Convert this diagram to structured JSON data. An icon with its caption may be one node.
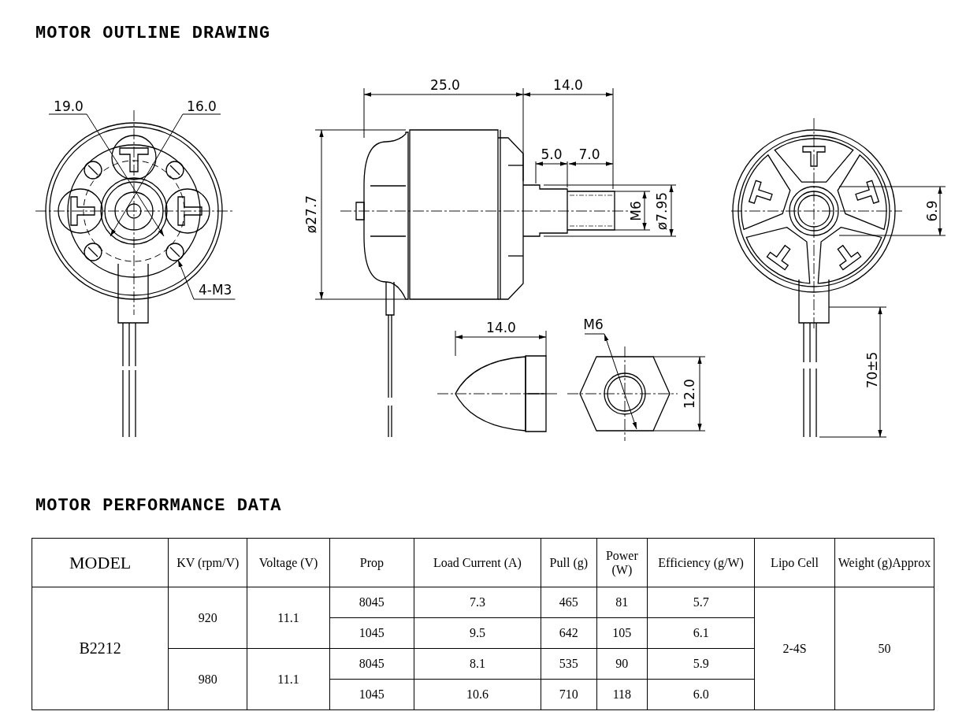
{
  "diagram": {
    "title": "MOTOR OUTLINE DRAWING",
    "nodes": [
      {
        "text": [
          "4-M3"
        ]
      },
      {
        "text": [],
        "shape": "circle"
      }
    ],
    "edges": [
      {
        "from": 0,
        "to": 1,
        "arrow": "to"
      }
    ],
    "labels": [
      "MOTOR PERFORMANCE DATA",
      "19.0",
      "16.0",
      "25.0",
      "14.0",
      "5.0",
      "7.0",
      "ø27.7",
      "M6",
      "ø7.95",
      "6.9",
      "14.0",
      "M6",
      "12.0",
      "70±5",
      "MODEL",
      "KV (rpm/V)",
      "Voltage (V)",
      "Prop",
      "Load Current (A)",
      "Pull (g)",
      "Power (W)",
      "Efficiency (g/W)",
      "Lipo Cell",
      "Weight (g)Approx",
      "B2212",
      "920",
      "11.1",
      "8045",
      "7.3",
      "465",
      "81",
      "5.7",
      "2-4S",
      "50",
      "1045",
      "9.5",
      "642",
      "105",
      "6.1",
      "980",
      "11.1",
      "8045",
      "8.1",
      "535",
      "90",
      "5.9",
      "1045",
      "10.6",
      "710",
      "118",
      "6.0"
    ]
  }
}
